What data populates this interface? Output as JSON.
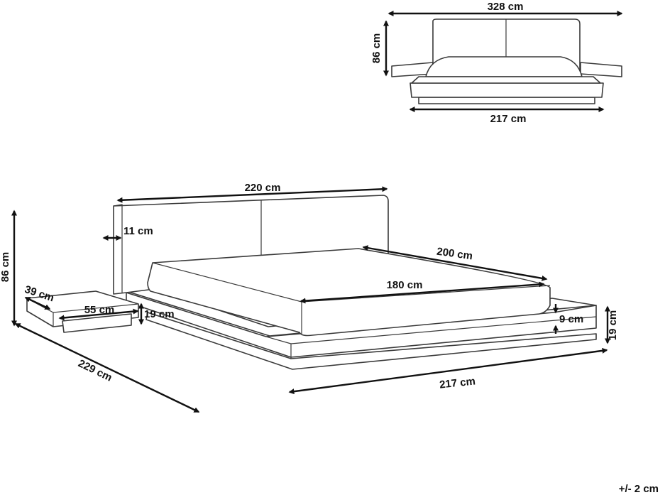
{
  "front_view": {
    "width_label": "328 cm",
    "height_label": "86 cm",
    "base_label": "217 cm"
  },
  "main_view": {
    "headboard_width_label": "220 cm",
    "headboard_thickness_label": "11 cm",
    "height_label": "86 cm",
    "mattress_length_label": "200 cm",
    "mattress_width_label": "180 cm",
    "nightstand_depth_label": "39 cm",
    "nightstand_width_label": "55 cm",
    "nightstand_height_label": "19 cm",
    "platform_step_label": "9 cm",
    "platform_height_label": "19 cm",
    "overall_length_label": "229 cm",
    "overall_width_label": "217 cm"
  },
  "tolerance_label": "+/- 2 cm"
}
